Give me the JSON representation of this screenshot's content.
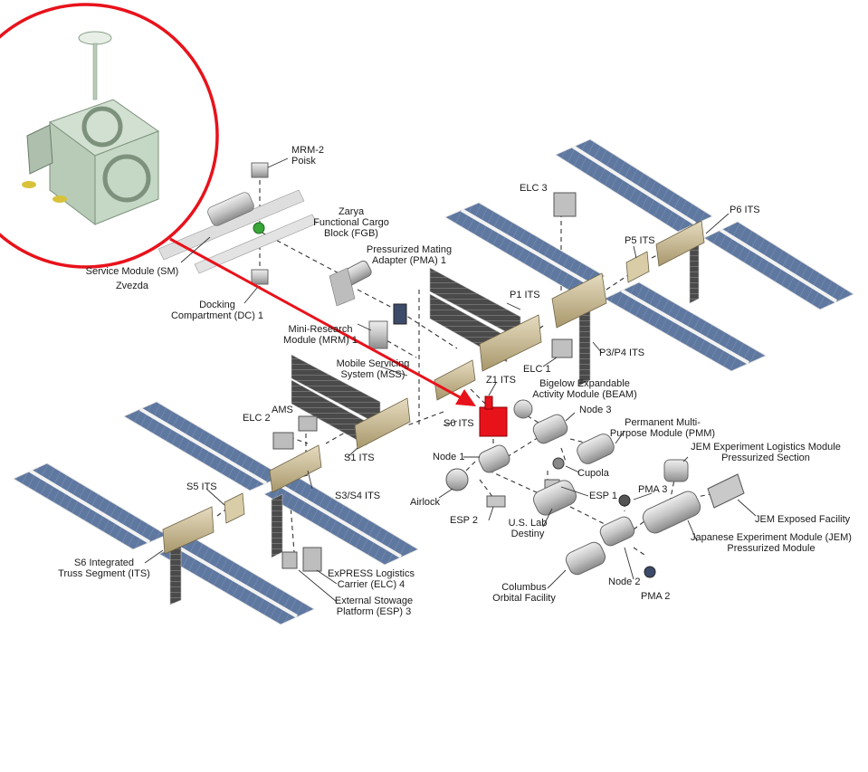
{
  "colors": {
    "highlight": "#e8121b",
    "panel": "#5f78a0",
    "truss": "#c9b98e",
    "module": "#c8c8c8",
    "zoom_bg": "#c8d8c8",
    "dash": "#333333"
  },
  "labels": {
    "mrm2": [
      "MRM-2",
      "Poisk"
    ],
    "zarya": [
      "Zarya",
      "Functional Cargo",
      "Block (FGB)"
    ],
    "pma1": [
      "Pressurized Mating",
      "Adapter (PMA) 1"
    ],
    "sm": [
      "Service Module (SM)",
      "Zvezda"
    ],
    "dc1": [
      "Docking",
      "Compartment (DC) 1"
    ],
    "mrm1": [
      "Mini-Research",
      "Module (MRM) 1"
    ],
    "mss": [
      "Mobile Servicing",
      "System (MSS)"
    ],
    "elc3": [
      "ELC 3"
    ],
    "p6": [
      "P6 ITS"
    ],
    "p5": [
      "P5 ITS"
    ],
    "p1": [
      "P1 ITS"
    ],
    "p3p4": [
      "P3/P4 ITS"
    ],
    "elc1": [
      "ELC 1"
    ],
    "z1": [
      "Z1 ITS"
    ],
    "beam": [
      "Bigelow Expandable",
      "Activity Module (BEAM)"
    ],
    "s0": [
      "S0 ITS"
    ],
    "node3": [
      "Node 3"
    ],
    "pmm": [
      "Permanent Multi-",
      "Purpose Module (PMM)"
    ],
    "ams": [
      "AMS"
    ],
    "elc2": [
      "ELC 2"
    ],
    "s1": [
      "S1 ITS"
    ],
    "node1": [
      "Node 1"
    ],
    "cupola": [
      "Cupola"
    ],
    "jemels": [
      "JEM Experiment Logistics Module",
      "Pressurized Section"
    ],
    "s5": [
      "S5 ITS"
    ],
    "s3s4": [
      "S3/S4 ITS"
    ],
    "airlock": [
      "Airlock"
    ],
    "esp1": [
      "ESP 1"
    ],
    "pma3": [
      "PMA 3"
    ],
    "jemef": [
      "JEM Exposed Facility"
    ],
    "esp2": [
      "ESP 2"
    ],
    "uslab": [
      "U.S. Lab",
      "Destiny"
    ],
    "jempm": [
      "Japanese Experiment Module (JEM)",
      "Pressurized Module"
    ],
    "s6": [
      "S6 Integrated",
      "Truss Segment (ITS)"
    ],
    "elc4": [
      "ExPRESS Logistics",
      "Carrier (ELC) 4"
    ],
    "esp3": [
      "External Stowage",
      "Platform (ESP) 3"
    ],
    "columbus": [
      "Columbus",
      "Orbital Facility"
    ],
    "node2": [
      "Node 2"
    ],
    "pma2": [
      "PMA 2"
    ]
  }
}
